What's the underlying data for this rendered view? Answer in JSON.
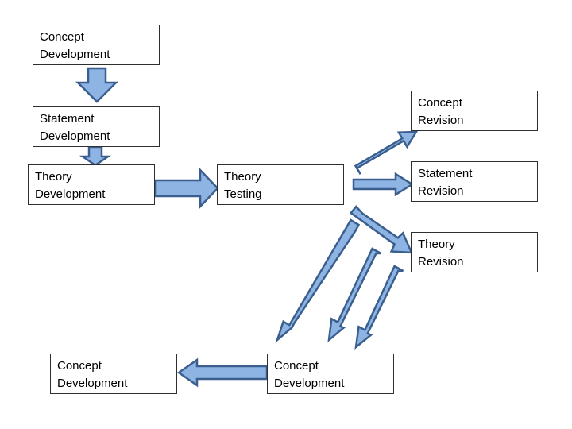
{
  "boxes": {
    "concept_development_top": {
      "line1": "Concept",
      "line2": "Development"
    },
    "statement_development": {
      "line1": "Statement",
      "line2": "Development"
    },
    "theory_development": {
      "line1": "Theory",
      "line2": "Development"
    },
    "theory_testing": {
      "line1": "Theory",
      "line2": "Testing"
    },
    "concept_revision": {
      "line1": "Concept",
      "line2": "Revision"
    },
    "statement_revision": {
      "line1": "Statement",
      "line2": "Revision"
    },
    "theory_revision": {
      "line1": "Theory",
      "line2": "Revision"
    },
    "concept_development_bottom_middle": {
      "line1": "Concept",
      "line2": "Development"
    },
    "concept_development_bottom_left": {
      "line1": "Concept",
      "line2": "Development"
    }
  },
  "colors": {
    "arrow_fill": "#8eb4e3",
    "arrow_stroke": "#3a5f8f",
    "box_border": "#2f2f2f"
  }
}
